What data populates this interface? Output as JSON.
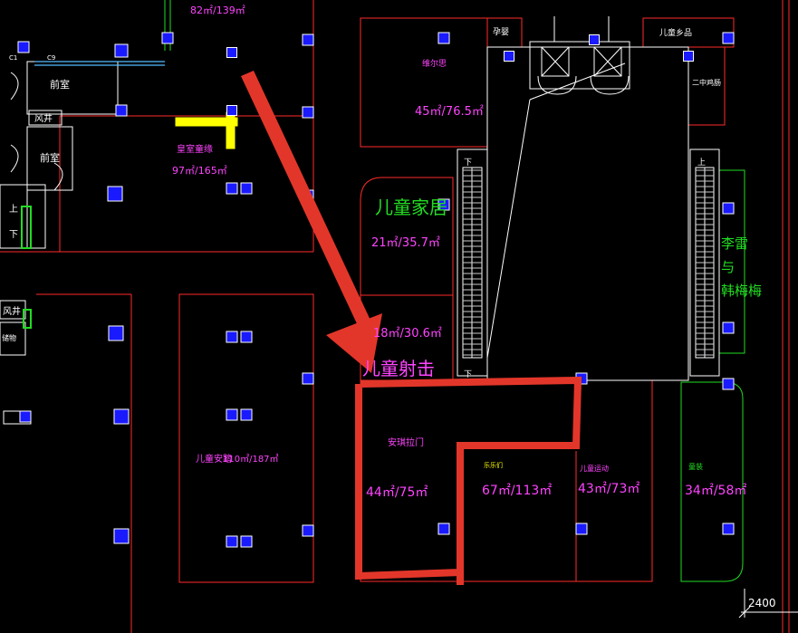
{
  "colors": {
    "background": "#000000",
    "wall": "#ff2a2a",
    "outline": "#ffffff",
    "green": "#22dd22",
    "yellow": "#ffff00",
    "magenta": "#ff44ff",
    "blue_marker": "#1a1aff",
    "annotation": "#e3362a"
  },
  "top_left": {
    "area_top": "82㎡/139㎡",
    "front_room_a": "前室",
    "front_room_b": "前室",
    "wind_shaft_a": "风井",
    "wind_shaft_b": "风井",
    "door_tag_a": "C1",
    "door_tag_b": "C9",
    "room_name": "皇室童缘",
    "room_area": "97㎡/165㎡",
    "stair_label": "上",
    "stair_label_b": "下",
    "left_room_b": "储物"
  },
  "top_center": {
    "room_name": "维尔思",
    "room_area": "45㎡/76.5㎡",
    "small_room": "孕婴"
  },
  "top_right": {
    "shop_a": "儿童乡品",
    "shop_b": "二中鸡肠"
  },
  "left_bottom": {
    "room_name": "儿童安踏",
    "room_area": "110㎡/187㎡"
  },
  "middle": {
    "kids_home_label": "儿童家居",
    "kids_home_area": "21㎡/35.7㎡",
    "shooting_area": "18㎡/30.6㎡",
    "shooting_label": "儿童射击",
    "escalator_down_a": "下",
    "escalator_down_b": "下",
    "escalator_up": "上"
  },
  "right_side": {
    "green_label": "李雷与韩梅梅"
  },
  "bottom": {
    "room_a_name": "安琪拉门",
    "room_a_area": "44㎡/75㎡",
    "room_b_name": "乐乐们",
    "room_b_area": "67㎡/113㎡",
    "room_c_name": "儿童运动",
    "room_c_area": "43㎡/73㎡",
    "room_d_name": "童装",
    "room_d_area": "34㎡/58㎡",
    "dimension": "2400"
  }
}
